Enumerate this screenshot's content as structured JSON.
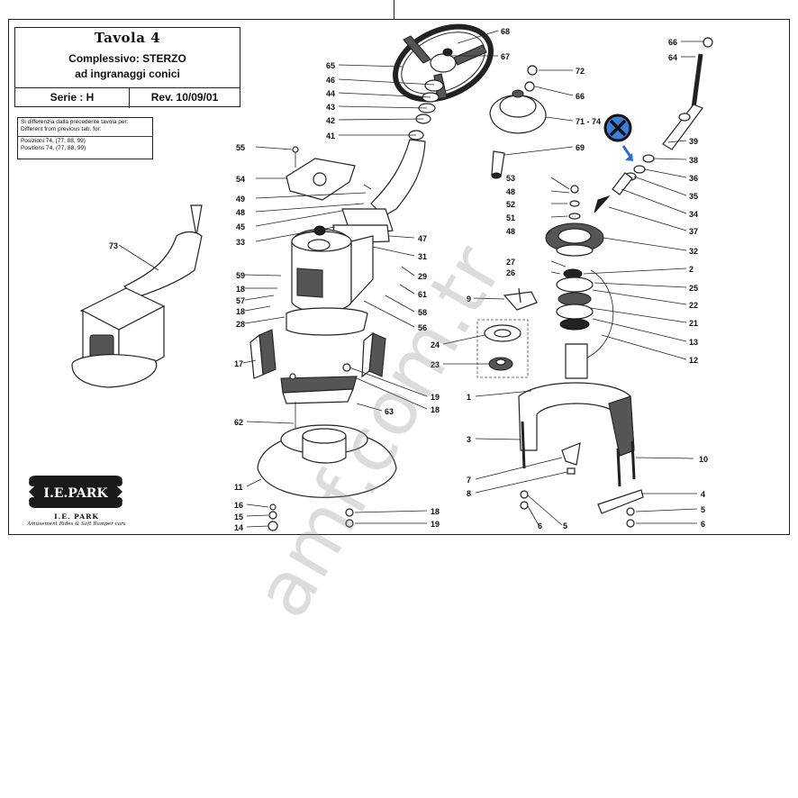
{
  "title_block": {
    "table": "Tavola 4",
    "assembly_line1": "Complessivo: STERZO",
    "assembly_line2": "ad ingranaggi conici",
    "series": "Serie : H",
    "revision": "Rev. 10/09/01"
  },
  "note": {
    "line1": "Si differenzia dalla precedente tavola per:",
    "line2": "Different from previous tab. for:",
    "line3": "Posizioni 74, (77, 88, 99)",
    "line4": "Positions 74, (77, 88, 99)"
  },
  "brand": {
    "logo_text": "I.E.PARK",
    "caption": "I.E. PARK",
    "tagline": "Amusement Rides & Soft Bumper cars"
  },
  "watermark": "amf.com.tr",
  "labels": {
    "l68": "68",
    "l67": "67",
    "l65": "65",
    "l46": "46",
    "l44": "44",
    "l43": "43",
    "l42": "42",
    "l41": "41",
    "l72": "72",
    "l66a": "66",
    "l7174": "71 - 74",
    "l69": "69",
    "l66b": "66",
    "l64": "64",
    "l39": "39",
    "l38": "38",
    "l36": "36",
    "l35": "35",
    "l34": "34",
    "l37": "37",
    "l32": "32",
    "l2": "2",
    "l25": "25",
    "l22": "22",
    "l21": "21",
    "l13": "13",
    "l12": "12",
    "l53": "53",
    "l48a": "48",
    "l52": "52",
    "l51": "51",
    "l48b": "48",
    "l27": "27",
    "l26": "26",
    "l55": "55",
    "l54": "54",
    "l49": "49",
    "l48c": "48",
    "l45": "45",
    "l33": "33",
    "l47": "47",
    "l31": "31",
    "l29": "29",
    "l61": "61",
    "l58": "58",
    "l56": "56",
    "l59": "59",
    "l18a": "18",
    "l57": "57",
    "l18b": "18",
    "l28": "28",
    "l73": "73",
    "l9": "9",
    "l24": "24",
    "l23": "23",
    "l17": "17",
    "l19a": "19",
    "l18c": "18",
    "l63": "63",
    "l62": "62",
    "l11": "11",
    "l16": "16",
    "l15": "15",
    "l14": "14",
    "l18d": "18",
    "l19b": "19",
    "l1": "1",
    "l3": "3",
    "l7": "7",
    "l8": "8",
    "l6a": "6",
    "l5a": "5",
    "l10": "10",
    "l4": "4",
    "l5b": "5",
    "l6b": "6"
  },
  "colors": {
    "marker_fill": "#3a7fd5",
    "arrow": "#2f6fc9",
    "ink": "#222222"
  },
  "icons": {
    "marker": "x-circle-icon",
    "arrow": "arrow-down-left-icon"
  }
}
